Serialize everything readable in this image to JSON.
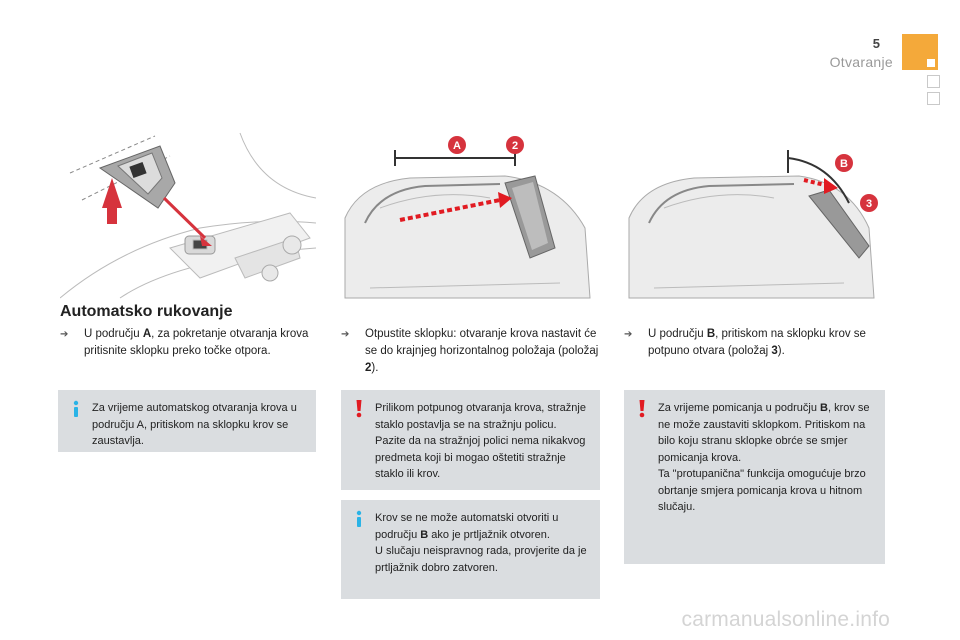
{
  "header": {
    "page_number": "5",
    "chapter": "Otvaranje"
  },
  "section_title": "Automatsko rukovanje",
  "col1": {
    "bullet": {
      "prefix": "U području ",
      "bold": "A",
      "suffix": ", za pokretanje otvaranja krova pritisnite sklopku preko točke otpora."
    },
    "note": {
      "text": "Za vrijeme automatskog otvaranja krova u području A, pritiskom na sklopku krov se zaustavlja."
    }
  },
  "col2": {
    "bullet": {
      "text": "Otpustite sklopku: otvaranje krova nastavit će se do krajnjeg horizontalnog položaja (položaj ",
      "bold": "2",
      "suffix": ")."
    },
    "warning": {
      "text": "Prilikom potpunog otvaranja krova, stražnje staklo postavlja se na stražnju policu. Pazite da na stražnjoj polici nema nikakvog predmeta koji bi mogao oštetiti stražnje staklo ili krov."
    },
    "note": {
      "line1_prefix": "Krov se ne može automatski otvoriti u području ",
      "line1_bold": "B",
      "line1_suffix": " ako je prtljažnik otvoren.",
      "line2": "U slučaju neispravnog rada, provjerite da je prtljažnik dobro zatvoren."
    }
  },
  "col3": {
    "bullet": {
      "prefix": "U području ",
      "bold": "B",
      "suffix": ", pritiskom na sklopku krov se potpuno otvara (položaj ",
      "bold2": "3",
      "suffix2": ")."
    },
    "warning": {
      "line1_prefix": "Za vrijeme pomicanja u području ",
      "line1_bold": "B",
      "line1_suffix": ", krov se ne može zaustaviti sklopkom. Pritiskom na bilo koju stranu sklopke obrće se smjer pomicanja krova.",
      "line2": "Ta \"protupanična\" funkcija omogućuje brzo obrtanje smjera pomicanja krova u hitnom slučaju."
    }
  },
  "figure_labels": {
    "A": "A",
    "n2": "2",
    "B": "B",
    "n3": "3"
  },
  "footer": {
    "watermark": "carmanualsonline.info"
  },
  "colors": {
    "accent": "#f4a93a",
    "note_bg": "#dadde0",
    "label_red": "#d6333d",
    "info_blue": "#2ab3e6",
    "warning_red": "#e11b22"
  }
}
